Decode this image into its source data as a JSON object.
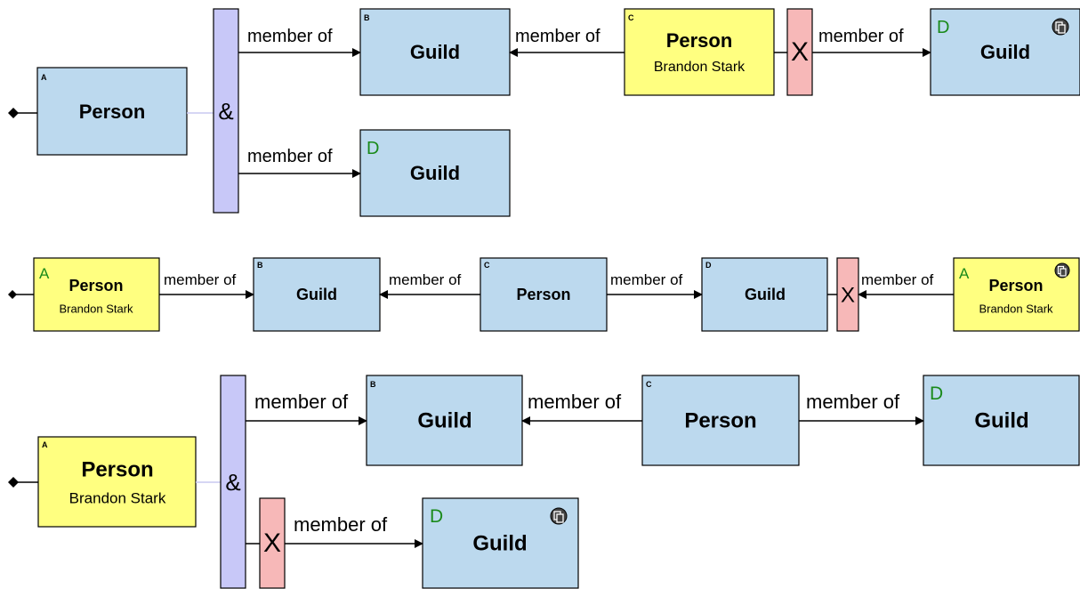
{
  "colors": {
    "entity_blue": "#bcd9ee",
    "entity_yellow": "#ffff80",
    "and_operator": "#c8c8f8",
    "not_operator": "#f7b8b8",
    "variable_green": "#1a8a1a"
  },
  "icons": {
    "root": "diamond-root-icon",
    "output": "copy-circle-icon"
  },
  "diagram1": {
    "a": {
      "var": "A",
      "title": "Person"
    },
    "and_symbol": "&",
    "not_symbol": "X",
    "edge1": "member of",
    "b": {
      "var": "B",
      "title": "Guild"
    },
    "edge2": "member of",
    "c": {
      "var": "C",
      "title": "Person",
      "subtitle": "Brandon Stark"
    },
    "edge3": "member of",
    "d_top": {
      "var": "D",
      "title": "Guild"
    },
    "edge4": "member of",
    "d_bottom": {
      "var": "D",
      "title": "Guild"
    }
  },
  "diagram2": {
    "a": {
      "var": "A",
      "title": "Person",
      "subtitle": "Brandon Stark"
    },
    "edge1": "member of",
    "b": {
      "var": "B",
      "title": "Guild"
    },
    "edge2": "member of",
    "c": {
      "var": "C",
      "title": "Person"
    },
    "edge3": "member of",
    "d": {
      "var": "D",
      "title": "Guild"
    },
    "not_symbol": "X",
    "edge4": "member of",
    "a2": {
      "var": "A",
      "title": "Person",
      "subtitle": "Brandon Stark"
    }
  },
  "diagram3": {
    "a": {
      "var": "A",
      "title": "Person",
      "subtitle": "Brandon Stark"
    },
    "and_symbol": "&",
    "edge1": "member of",
    "b": {
      "var": "B",
      "title": "Guild"
    },
    "edge2": "member of",
    "c": {
      "var": "C",
      "title": "Person"
    },
    "edge3": "member of",
    "d_top": {
      "var": "D",
      "title": "Guild"
    },
    "not_symbol": "X",
    "edge4": "member of",
    "d_bottom": {
      "var": "D",
      "title": "Guild"
    }
  }
}
